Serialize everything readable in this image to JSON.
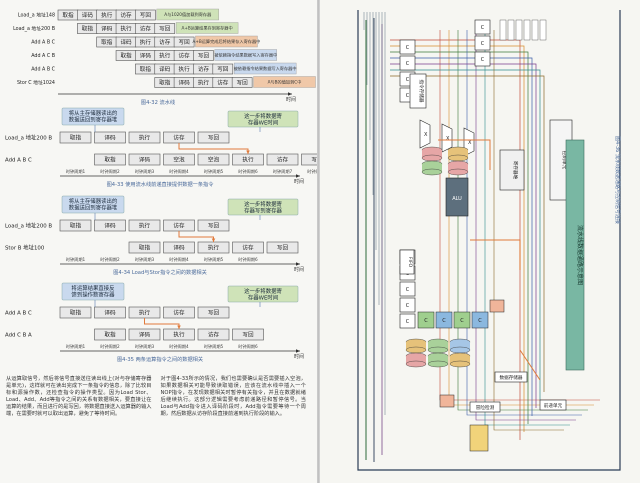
{
  "figures": {
    "fig32": {
      "caption": "图4-32 流水线",
      "rows": [
        "Load_a 地址148",
        "Load_a 地址200 B",
        "Add A B C",
        "Add A C B",
        "Add A B C",
        "Stor C 地址1024"
      ],
      "stages": [
        "取指",
        "译码",
        "执行",
        "访存",
        "写回"
      ],
      "notes": [
        "A与1020值加载到寄存器",
        "A+B运算结果存到寄存器中",
        "A+B运算完成后将结果存入寄存器中",
        "被依赖指令结果数据写入寄存器中",
        "被依赖指令结果数据写入寄存器中",
        "A与B的值加到C中"
      ],
      "axis": "时间"
    },
    "fig33": {
      "caption": "图4-33 使用流水线前递直接提供数据一条指令",
      "callout_left": "将从主存储器读出的数据送回到寄存器堆",
      "callout_right": "这一步将数据寄存器WE时间",
      "rows": [
        "Load_a 地址200 B",
        "Add A B C"
      ],
      "stages_top": [
        "取指",
        "译码",
        "执行",
        "访存",
        "写回"
      ],
      "stages_bottom": [
        "取指",
        "译码",
        "空泡",
        "空泡",
        "执行",
        "访存",
        "写回"
      ],
      "cycles": [
        "时钟周期1",
        "时钟周期2",
        "时钟周期3",
        "时钟周期4",
        "时钟周期5",
        "时钟周期6",
        "时钟周期7",
        "时钟周期8"
      ],
      "axis": "时间"
    },
    "fig34": {
      "caption": "图4-34 Load与Stor指令之间的数据相关",
      "callout_left": "将从主存储器读出的数据送回到寄存器堆",
      "callout_right": "这一步将数据寄存器写到寄存器",
      "rows": [
        "Load_a 地址200 B",
        "Stor B 地址100"
      ],
      "stages": [
        "取指",
        "译码",
        "执行",
        "访存",
        "写回"
      ],
      "cycles": [
        "时钟周期1",
        "时钟周期2",
        "时钟周期3",
        "时钟周期4",
        "时钟周期5",
        "时钟周期6"
      ],
      "axis": "时间"
    },
    "fig35": {
      "caption": "图4-35 两条运算指令之间的数据相关",
      "callout_left": "将运算结果直接反馈到操作数寄存器",
      "callout_right": "这一步将数据寄存器WE时间",
      "rows": [
        "Add A B C",
        "Add C B A"
      ],
      "stages": [
        "取指",
        "译码",
        "执行",
        "访存",
        "写回"
      ],
      "cycles": [
        "时钟周期1",
        "时钟周期2",
        "时钟周期3",
        "时钟周期4",
        "时钟周期5",
        "时钟周期6"
      ],
      "axis": "时间"
    }
  },
  "body_text": {
    "p1": "从运算取信号，然后将信号直接送往读出线上(对与存储寄存器是单元)，这样就可在读出完成下一条指令的信息，除了比较目标和源操作数，还检查指令的操作类型。因为Load Stor、Load、Add、Add等指令之间的关系有数据相关，要直接让在运算的结果，而且进行的是写回，将数据直接送入运算器的输入端，在需要时就可以取出运算，避免了等待时间。",
    "p2": "对于图4-33所示的情况，我们也需要确认是否需要插入空泡，如果数据相关可能导致读取错误，应该在流水线中插入一个NOP指令，在发现数据相关时暂停有关指令，并且在数据就绪后继续执行。这部分逻辑需要考虑前递路径和暂停信号。当Load与Add指令进入译码阶段时，Add指令需要等待一个周期，然后数据从访存阶段直接前递到执行阶段的输入。"
  },
  "diagram": {
    "side_label_1": "流水线数据通路示意图",
    "side_label_2": "图4-36 流水线数据通路与控制信号连接",
    "blocks": [
      "寄存器堆",
      "ALU",
      "数据存储器",
      "指令存储器",
      "FIFO",
      "控制单元",
      "前递单元",
      "冒险检测"
    ],
    "mux_labels": [
      "X",
      "X",
      "X"
    ]
  },
  "colors": {
    "stage_fill": "#e9e9e9",
    "callout_blue": "#c9d9ee",
    "callout_green": "#cfe3b8",
    "callout_orange": "#f0c8a8",
    "arrow_orange": "#e07a3b",
    "wire_dark": "#2b3d57",
    "wire_green": "#3f7d3a",
    "accent_teal": "#79b7a3"
  }
}
